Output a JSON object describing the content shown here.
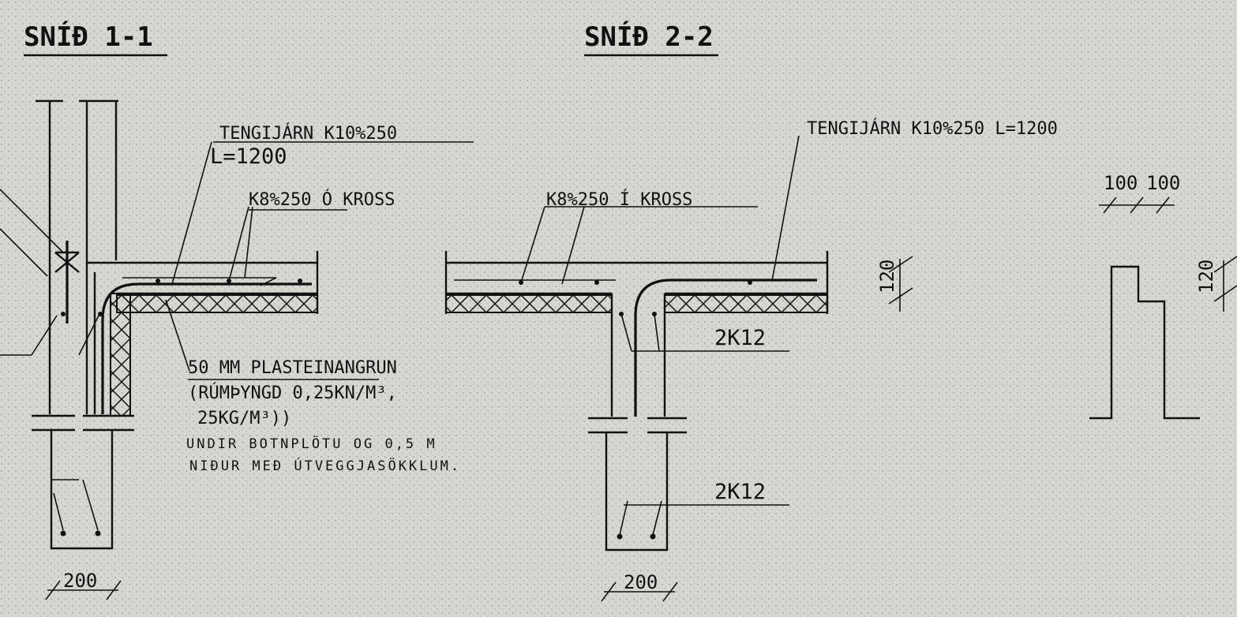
{
  "section_1": {
    "title": "SNÍÐ 1-1",
    "rebar_connection_line1": "TENGIJÁRN K10%250",
    "rebar_connection_line2": "L=1200",
    "slab_mesh": "K8%250 Ó KROSS",
    "insulation_line1": "50 MM PLASTEINANGRUN",
    "insulation_line2": "(RÚMÞYNGD 0,25KN/M³,",
    "insulation_line3": "25KG/M³))",
    "insulation_line4": "UNDIR BOTNPLÖTU OG 0,5 M",
    "insulation_line5": "NIÐUR MEÐ ÚTVEGGJASÖKKLUM.",
    "footing_width": "200"
  },
  "section_2": {
    "title": "SNÍÐ 2-2",
    "rebar_connection": "TENGIJÁRN K10%250 L=1200",
    "slab_mesh": "K8%250 Í KROSS",
    "beam_rebar_top": "2K12",
    "beam_rebar_bottom": "2K12",
    "footing_width": "200",
    "slab_depth": "120"
  },
  "detail_3": {
    "dim_left": "100",
    "dim_right": "100",
    "depth": "120"
  },
  "colors": {
    "paper": "#d6d6d3",
    "ink": "#111111"
  }
}
